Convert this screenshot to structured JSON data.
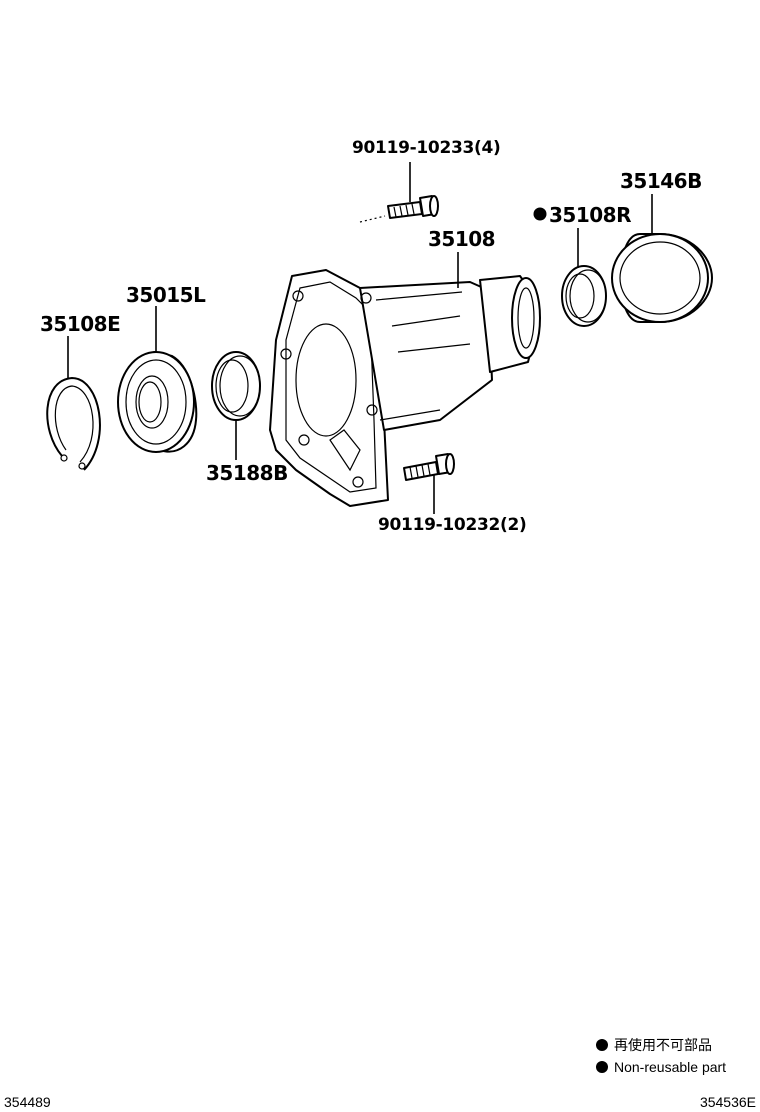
{
  "labels": {
    "bolt_top": "90119-10233(4)",
    "bolt_bottom": "90119-10232(2)",
    "housing": "35108",
    "seal_right": "35108R",
    "bush": "35146B",
    "bearing": "35015L",
    "snap_ring": "35108E",
    "seal_left": "35188B"
  },
  "legend": {
    "line1": "再使用不可部品",
    "line2": "Non-reusable part"
  },
  "codes": {
    "left": "354489",
    "right": "354536E"
  }
}
